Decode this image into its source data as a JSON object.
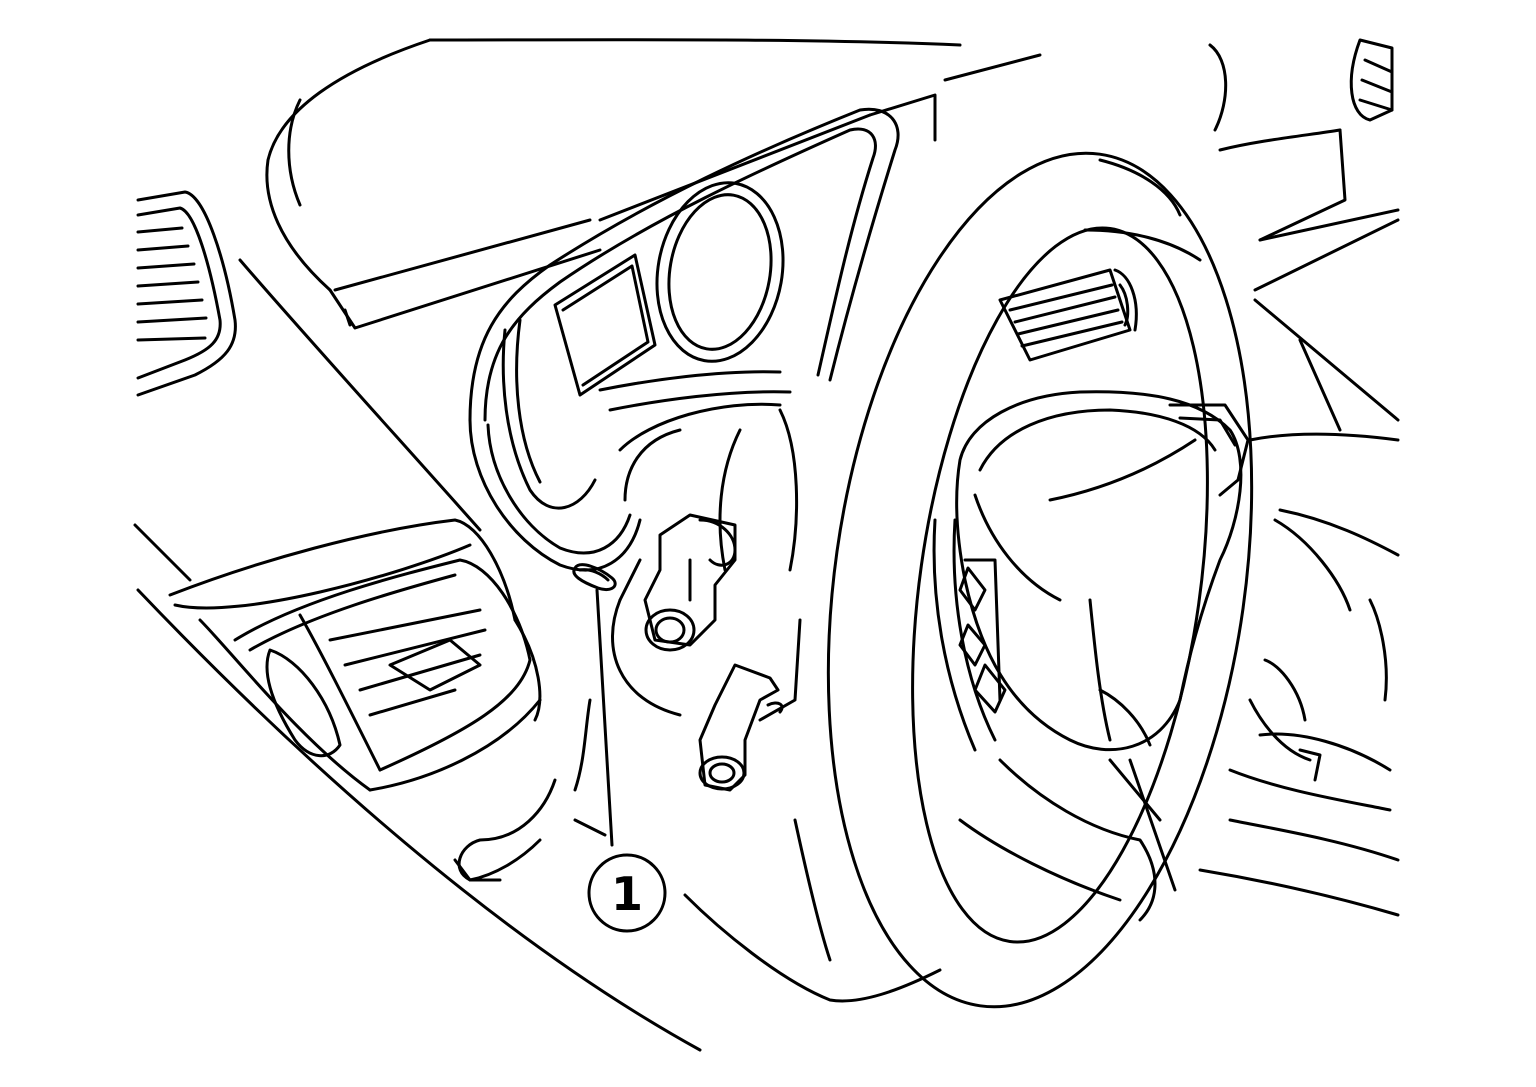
{
  "diagram": {
    "callouts": [
      {
        "label": "1",
        "target": "dash-switch-slot"
      }
    ],
    "components": {
      "steering_wheel": "steering-wheel",
      "instrument_cluster": "instrument-cluster",
      "left_air_vent": "left-air-vent",
      "center_air_vent": "center-air-vent",
      "stalk_upper": "combination-switch-upper",
      "stalk_lower": "combination-switch-lower",
      "switch_slot": "dash-switch-slot"
    },
    "line_color": "#000000",
    "background_color": "#ffffff"
  }
}
